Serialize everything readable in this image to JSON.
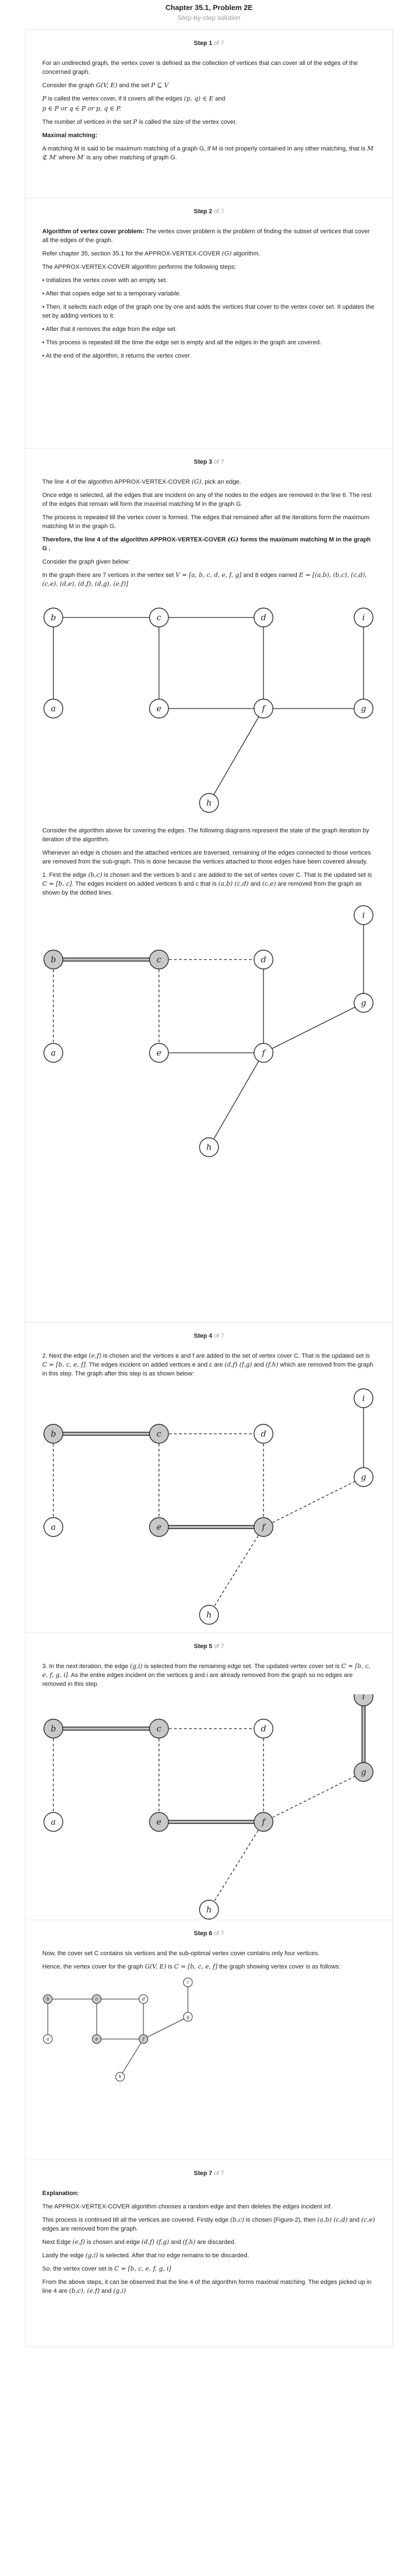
{
  "header": {
    "title": "Chapter 35.1, Problem 2E",
    "subtitle": "Step-by-step solution"
  },
  "steps": [
    {
      "label": "Step 1",
      "of": "of 7"
    },
    {
      "label": "Step 2",
      "of": "of 7"
    },
    {
      "label": "Step 3",
      "of": "of 7"
    },
    {
      "label": "Step 4",
      "of": "of 7"
    },
    {
      "label": "Step 5",
      "of": "of 7"
    },
    {
      "label": "Step 6",
      "of": "of 7"
    },
    {
      "label": "Step 7",
      "of": "of 7"
    }
  ],
  "s1": {
    "p1": "For an undirected graph, the vertex cover is defined as the collection of vertices that can cover all of the edges of the concerned graph.",
    "p2a": "Consider the graph",
    "p2m1": "G(V, E)",
    "p2b": "and the set",
    "p2m2": "P ⊆ V",
    "p3a": "P",
    "p3b": "is called the vertex cover, if it covers all the edges",
    "p3m": "(p, q) ∈ E",
    "p3c": "and",
    "p4m": "p ∈ P or q ∈ P or p, q ∈ P.",
    "p5a": "The number of vertices in the set",
    "p5m": "P",
    "p5b": "is called the size of the vertex cover.",
    "h": "Maximal matching:",
    "p6a": "A matching M is said to be maximum matching of a graph G, if M is not properly contained in any other matching, that is",
    "p6m": "M ⊄ M′",
    "p6b": "where",
    "p6m2": "M′",
    "p6c": "is any other matching of graph G."
  },
  "s2": {
    "p1b": "Algorithm of vertex cover problem:",
    "p1": "The vertex cover problem is the problem of finding the subset of vertices that cover all the edges of the graph.",
    "p2a": "Refer chapter 35, section 35.1 for the APPROX-VERTEX-COVER",
    "p2m": "(G)",
    "p2b": "algorithm.",
    "p3": "The APPROX-VERTEX-COVER algorithm performs the following steps:",
    "b1": "• Initializes the vertex cover with an empty set.",
    "b2": "• After that copies edge set to a temporary variable.",
    "b3": "• Then, it selects each edge of the graph one by one and adds the vertices that cover to the vertex cover set. It updates the set by adding vertices to it.",
    "b4": "• After that it removes the edge from the edge set.",
    "b5": "• This process is repeated till the time the edge set is empty and all the edges in the graph are covered.",
    "b6": "• At the end of the algorithm, it returns the vertex cover."
  },
  "s3": {
    "p1a": "The line 4 of the algorithm APPROX-VERTEX-COVER",
    "p1m": "(G)",
    "p1b": ", pick an edge.",
    "p2": "Once edge is selected, all the edges that are incident on any of the nodes to the edges are removed in the line 6. The rest of the edges that remain will form the maximal matching M in the graph G.",
    "p3": "The process is repeated till the vertex cover is formed. The edges that remained after all the iterations form the maximum matching M in the graph G.",
    "p4a": "Therefore, the line 4 of the algorithm APPROX-VERTEX-COVER",
    "p4m": "(G)",
    "p4b": "forms the maximum matching M in the graph G .",
    "p5": "Consider the graph given below:",
    "p6a": "In the graph there are 7 vertices in the vertex set",
    "p6m": "V = [a, b, c, d, e, f, g]",
    "p6b": "and 8 edges named",
    "p6m2": "E = [(a,b), (b,c), (c,d), (c,e), (d,e), (d,f), (d,g), (e,f)]",
    "p7": "Consider the algorithm above for covering the edges. The following diagrams represent the state of the graph iteration by iteration of the algorithm.",
    "p8": "Whenever an edge is chosen and the attached vertices are traversed, remaining of the edges connected to those vertices are removed from the sub-graph. This is done because the vertices attached to those edges have been covered already.",
    "p9a": "1. First the edge",
    "p9m": "(b,c)",
    "p9b": "is chosen and the vertices b and c are added to the set of vertex cover C. That is the updated set is",
    "p9m2": "C = [b, c]",
    "p9c": ". The edges incident on added vertices b and c that is",
    "p9m3": "(a,b) (c,d)",
    "p9d": "and",
    "p9m4": "(c,e)",
    "p9e": "are removed from the graph as shown by the dotted lines."
  },
  "s4": {
    "p1a": "2. Next the edge",
    "p1m": "(e,f)",
    "p1b": "is chosen and the vertices e and f are added to the set of vertex cover C. That is the updated set is",
    "p1m2": "C = [b, c, e, f]",
    "p1c": ". The edges incident on added vertices e and c are",
    "p1m3": "(d,f) (f,g)",
    "p1d": "and",
    "p1m4": "(f,h)",
    "p1e": "which are removed from the graph in this step. The graph after this step is as shown below:"
  },
  "s5": {
    "p1a": "3. In the next iteration, the edge",
    "p1m": "(g,i)",
    "p1b": "is selected from the remaining edge set. The updated vertex cover set is",
    "p1m2": "C = [b, c, e, f, g, i]",
    "p1c": ". As the entire edges incident on the vertices g and i are already removed from the graph so no edges are removed in this step."
  },
  "s6": {
    "p1": "Now, the cover set C contains six vertices and the sub-optimal vertex cover contains only four vertices.",
    "p2a": "Hence, the vertex cover for the graph",
    "p2m": "G(V, E)",
    "p2b": "is",
    "p2m2": "C = [b, c, e, f]",
    "p2c": "the graph showing vertex cover is as follows:"
  },
  "s7": {
    "h": "Explanation:",
    "p1": "The APPROX-VERTEX-COVER algorithm chooses a random edge and then deletes the edges incident inf.",
    "p2a": "This process is continued till all the vertices are covered. Firstly edge",
    "p2m": "(b,c)",
    "p2b": "is chosen (Figure-2), then",
    "p2m2": "(a,b) (c,d)",
    "p2c": "and",
    "p2m3": "(c,e)",
    "p2d": "edges are removed from the graph.",
    "p3a": "Next Edge",
    "p3m": "(e,f)",
    "p3b": "is chosen and edge",
    "p3m2": "(d,f) (f,g)",
    "p3c": "and",
    "p3m3": "(f,h)",
    "p3d": "are discarded.",
    "p4a": "Lastly the edge",
    "p4m": "(g,i)",
    "p4b": "is selected. After that no edge remains to be discarded.",
    "p5a": "So, the vertex cover set is",
    "p5m": "C = [b, c, e, f, g, i]",
    "p6": "From the above steps, it can be observed that the line 4 of the algorithm forms maximal matching. The edges picked up in line 4 are",
    "p6m": "(b,c), (e,f)",
    "p6b": "and",
    "p6m2": "(g,i)"
  },
  "graph": {
    "labels": [
      "a",
      "b",
      "c",
      "d",
      "e",
      "f",
      "g",
      "h",
      "i"
    ]
  }
}
